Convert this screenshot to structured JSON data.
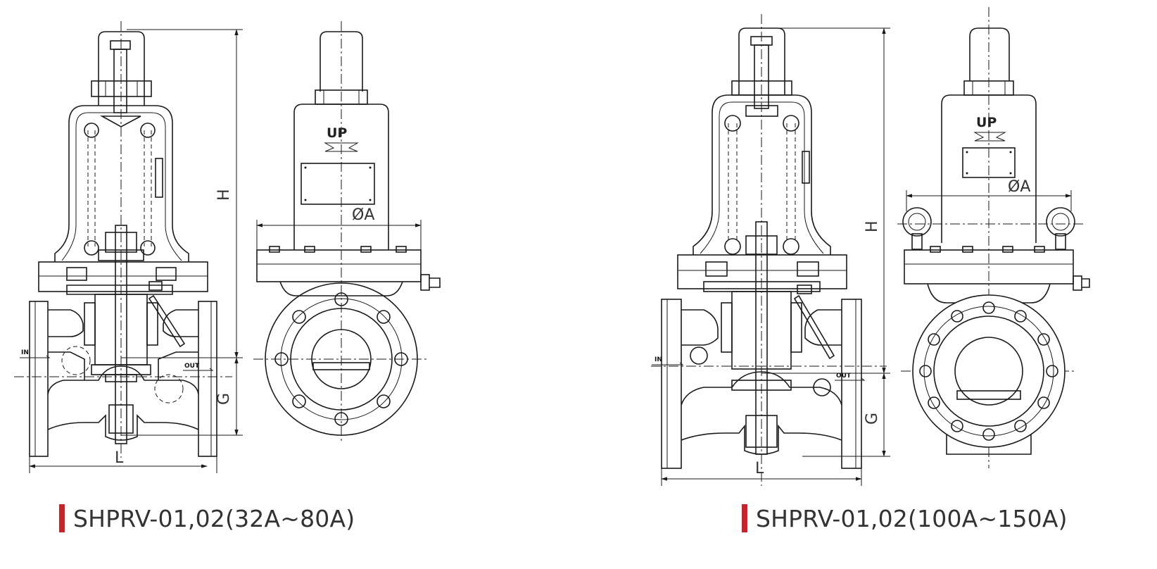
{
  "figure_left": {
    "caption": "SHPRV-01,02(32A~80A)",
    "labels": {
      "height": "H",
      "lower_height": "G",
      "length": "L",
      "diameter": "ØA",
      "inlet": "IN",
      "outlet": "OUT",
      "up_mark": "UP"
    }
  },
  "figure_right": {
    "caption": "SHPRV-01,02(100A~150A)",
    "labels": {
      "height": "H",
      "lower_height": "G",
      "length": "L",
      "diameter": "ØA",
      "inlet": "IN",
      "outlet": "OUT",
      "up_mark": "UP"
    }
  },
  "colors": {
    "line": "#1a1a1a",
    "caption_bar": "#c8242a",
    "caption_text": "#333333"
  }
}
